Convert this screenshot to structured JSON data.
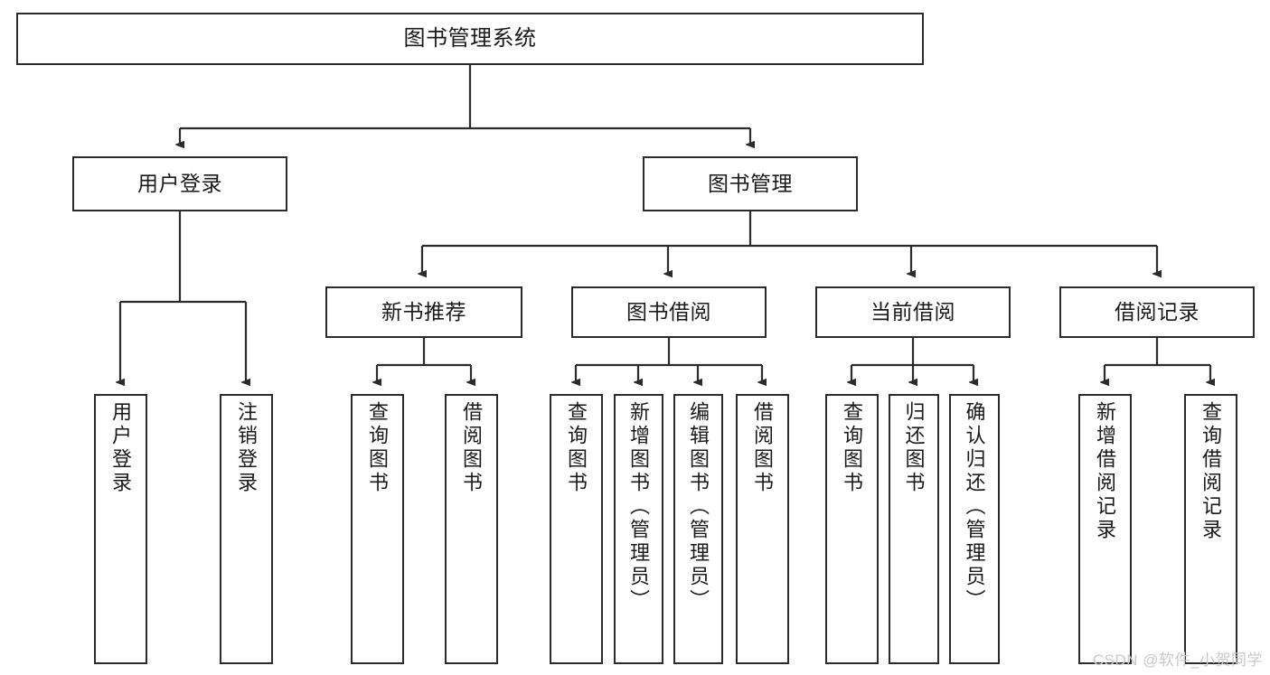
{
  "diagram": {
    "title": "图书管理系统",
    "watermark": "CSDN @软件_小贺同学",
    "type": "tree",
    "nodes": {
      "root": {
        "label": "图书管理系统"
      },
      "level2": [
        {
          "id": "user-login",
          "label": "用户登录"
        },
        {
          "id": "book-manage",
          "label": "图书管理"
        }
      ],
      "level3": [
        {
          "id": "new-book-recommend",
          "label": "新书推荐"
        },
        {
          "id": "book-borrow",
          "label": "图书借阅"
        },
        {
          "id": "current-borrow",
          "label": "当前借阅"
        },
        {
          "id": "borrow-record",
          "label": "借阅记录"
        }
      ],
      "leaves": {
        "user_login": [
          {
            "id": "leaf-user-login",
            "label": "用户登录"
          },
          {
            "id": "leaf-logout-login",
            "label": "注销登录"
          }
        ],
        "new_book_recommend": [
          {
            "id": "leaf-query-book-1",
            "label": "查询图书"
          },
          {
            "id": "leaf-borrow-book-1",
            "label": "借阅图书"
          }
        ],
        "book_borrow": [
          {
            "id": "leaf-query-book-2",
            "label": "查询图书"
          },
          {
            "id": "leaf-add-book-admin",
            "label": "新增图书（管理员）"
          },
          {
            "id": "leaf-edit-book-admin",
            "label": "编辑图书（管理员）"
          },
          {
            "id": "leaf-borrow-book-2",
            "label": "借阅图书"
          }
        ],
        "current_borrow": [
          {
            "id": "leaf-query-book-3",
            "label": "查询图书"
          },
          {
            "id": "leaf-return-book",
            "label": "归还图书"
          },
          {
            "id": "leaf-confirm-return-admin",
            "label": "确认归还（管理员）"
          }
        ],
        "borrow_record": [
          {
            "id": "leaf-add-borrow-record",
            "label": "新增借阅记录"
          },
          {
            "id": "leaf-query-borrow-record",
            "label": "查询借阅记录"
          }
        ]
      }
    },
    "colors": {
      "background": "#ffffff",
      "node_fill": "#ffffff",
      "node_border": "#2b2b2b",
      "text": "#1a1a1a",
      "watermark": "#c9c9c9"
    }
  }
}
